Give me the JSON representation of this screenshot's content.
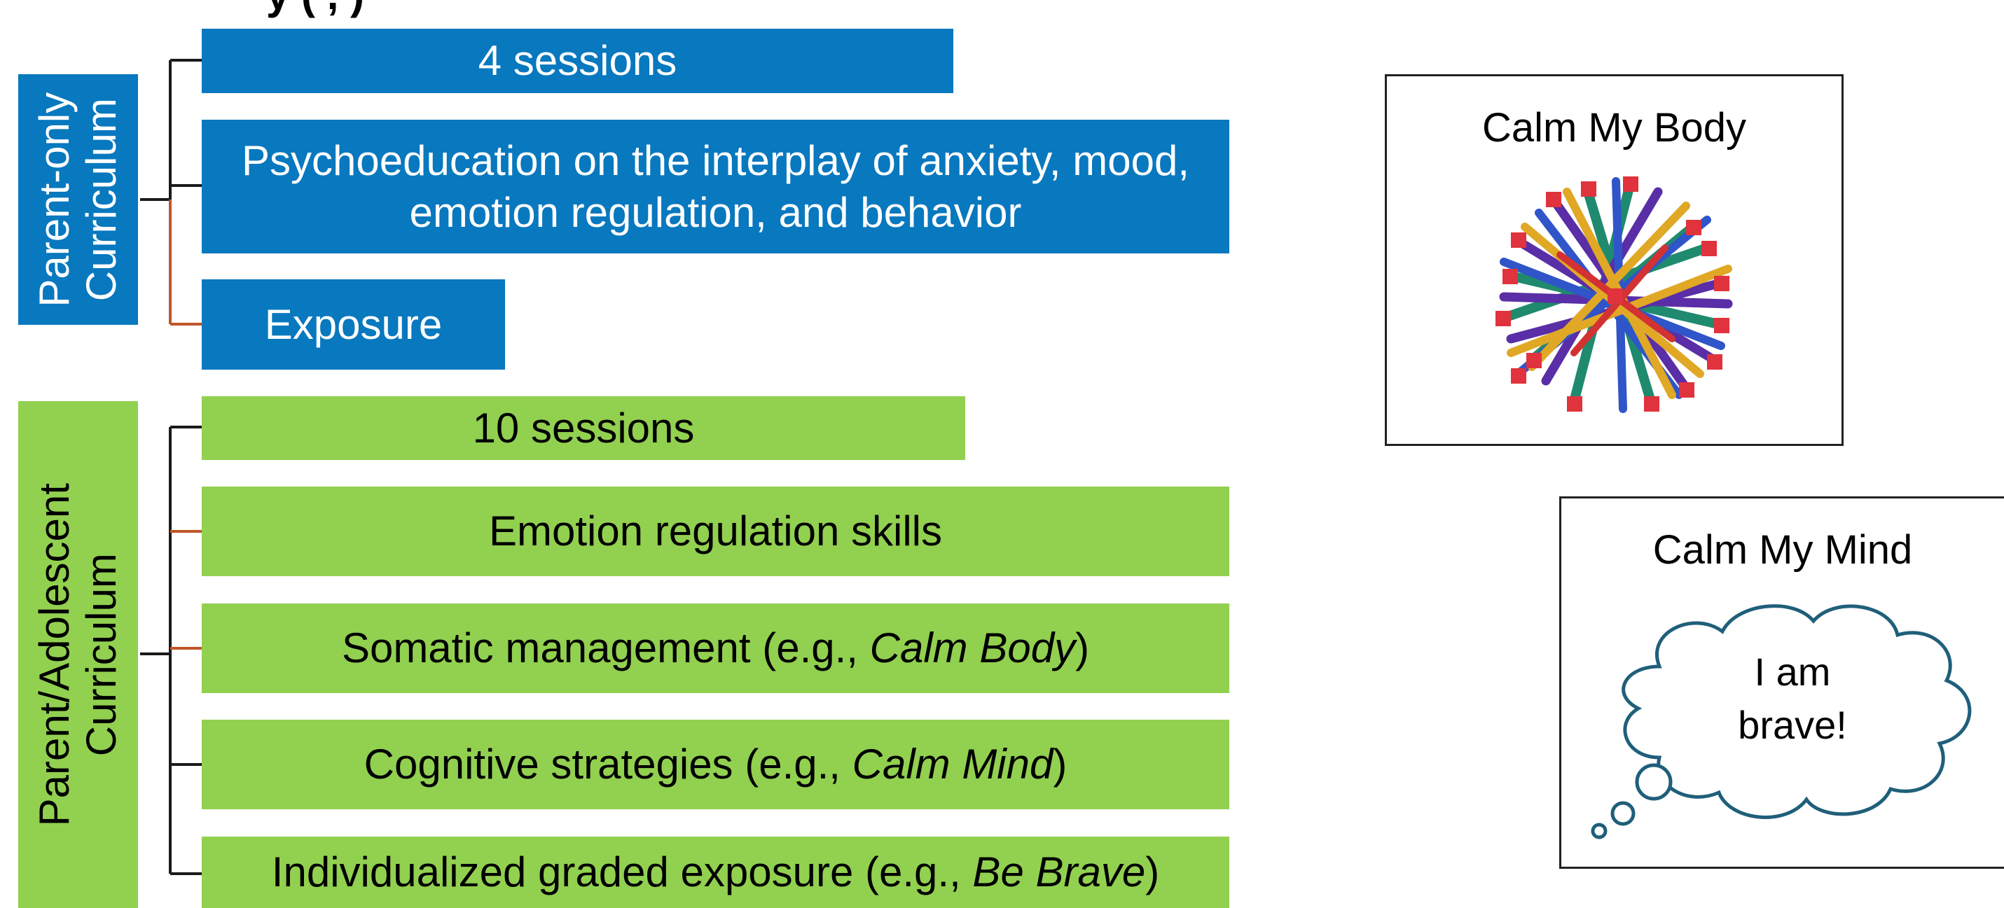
{
  "header": {
    "title_fragment": "y (                     ,        )"
  },
  "parent_only": {
    "label_line1": "Parent-only",
    "label_line2": "Curriculum",
    "sessions": "4 sessions",
    "psychoeducation_line1": "Psychoeducation on the interplay of anxiety, mood,",
    "psychoeducation_line2": "emotion regulation, and behavior",
    "exposure": "Exposure"
  },
  "parent_adolescent": {
    "label_line1": "Parent/Adolescent",
    "label_line2": "Curriculum",
    "sessions": "10 sessions",
    "emotion_regulation": "Emotion regulation skills",
    "somatic_prefix": "Somatic management (e.g., ",
    "somatic_italic": "Calm Body",
    "somatic_suffix": ")",
    "cognitive_prefix": "Cognitive strategies (e.g., ",
    "cognitive_italic": "Calm Mind",
    "cognitive_suffix": ")",
    "exposure_prefix": "Individualized graded exposure (e.g., ",
    "exposure_italic": "Be Brave",
    "exposure_suffix": ")"
  },
  "calm_body_panel": {
    "title": "Calm My Body"
  },
  "calm_mind_panel": {
    "title": "Calm My Mind",
    "bubble_line1": "I am",
    "bubble_line2": "brave!"
  },
  "colors": {
    "blue": "#0878bf",
    "green": "#92d050",
    "bracket_dark": "#1a1a1a",
    "bracket_orange": "#c0562a",
    "cloud_stroke": "#1f5f7a"
  },
  "icons": [
    "hoberman-sphere-toy-image",
    "thought-cloud"
  ]
}
